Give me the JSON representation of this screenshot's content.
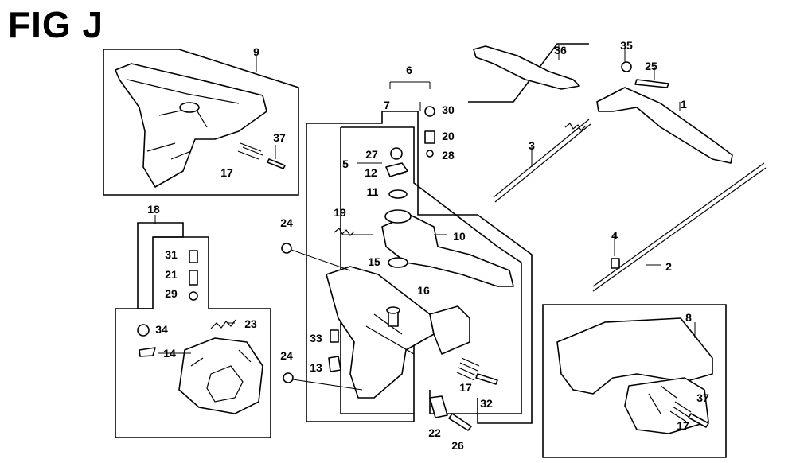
{
  "title": "FIG J",
  "labels": [
    {
      "id": "l1",
      "text": "1"
    },
    {
      "id": "l2",
      "text": "2"
    },
    {
      "id": "l3",
      "text": "3"
    },
    {
      "id": "l4",
      "text": "4"
    },
    {
      "id": "l5",
      "text": "5"
    },
    {
      "id": "l6",
      "text": "6"
    },
    {
      "id": "l7",
      "text": "7"
    },
    {
      "id": "l8",
      "text": "8"
    },
    {
      "id": "l9",
      "text": "9"
    },
    {
      "id": "l10",
      "text": "10"
    },
    {
      "id": "l11",
      "text": "11"
    },
    {
      "id": "l12",
      "text": "12"
    },
    {
      "id": "l13",
      "text": "13"
    },
    {
      "id": "l14",
      "text": "14"
    },
    {
      "id": "l15",
      "text": "15"
    },
    {
      "id": "l16",
      "text": "16"
    },
    {
      "id": "l17a",
      "text": "17"
    },
    {
      "id": "l17b",
      "text": "17"
    },
    {
      "id": "l17c",
      "text": "17"
    },
    {
      "id": "l18",
      "text": "18"
    },
    {
      "id": "l19",
      "text": "19"
    },
    {
      "id": "l20",
      "text": "20"
    },
    {
      "id": "l21",
      "text": "21"
    },
    {
      "id": "l22",
      "text": "22"
    },
    {
      "id": "l23",
      "text": "23"
    },
    {
      "id": "l24a",
      "text": "24"
    },
    {
      "id": "l24b",
      "text": "24"
    },
    {
      "id": "l25",
      "text": "25"
    },
    {
      "id": "l26",
      "text": "26"
    },
    {
      "id": "l27",
      "text": "27"
    },
    {
      "id": "l28",
      "text": "28"
    },
    {
      "id": "l29",
      "text": "29"
    },
    {
      "id": "l30",
      "text": "30"
    },
    {
      "id": "l31",
      "text": "31"
    },
    {
      "id": "l32",
      "text": "32"
    },
    {
      "id": "l33",
      "text": "33"
    },
    {
      "id": "l34",
      "text": "34"
    },
    {
      "id": "l35",
      "text": "35"
    },
    {
      "id": "l36",
      "text": "36"
    },
    {
      "id": "l37a",
      "text": "37"
    },
    {
      "id": "l37b",
      "text": "37"
    }
  ]
}
